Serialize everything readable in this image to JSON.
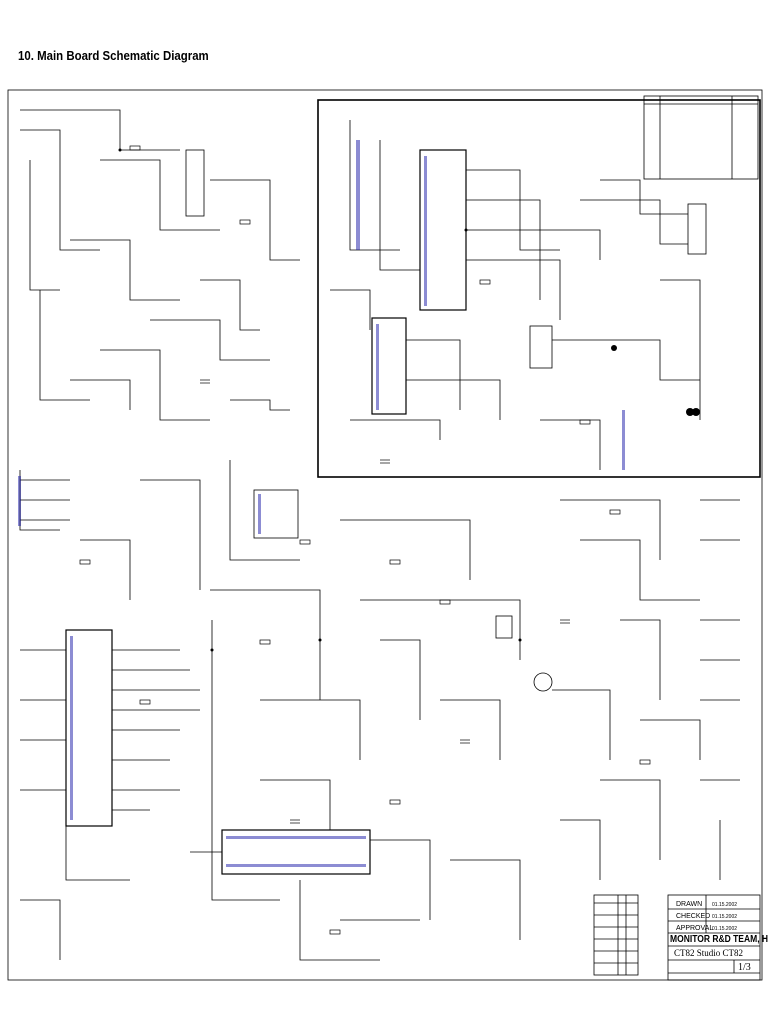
{
  "page": {
    "title": "10. Main Board Schematic Diagram"
  },
  "title_block": {
    "drawn_label": "DRAWN",
    "checked_label": "CHECKED",
    "approval_label": "APPROVAL",
    "drawn_date": "01.15.2002",
    "checked_date": "01.15.2002",
    "approval_date": "01.15.2002",
    "team": "MONITOR R&D TEAM, Hansol",
    "model": "CT82 Studio CT82",
    "sheet": "1/3"
  },
  "colors": {
    "line": "#000000",
    "component_blue": "#1a1aa8",
    "background": "#ffffff"
  }
}
